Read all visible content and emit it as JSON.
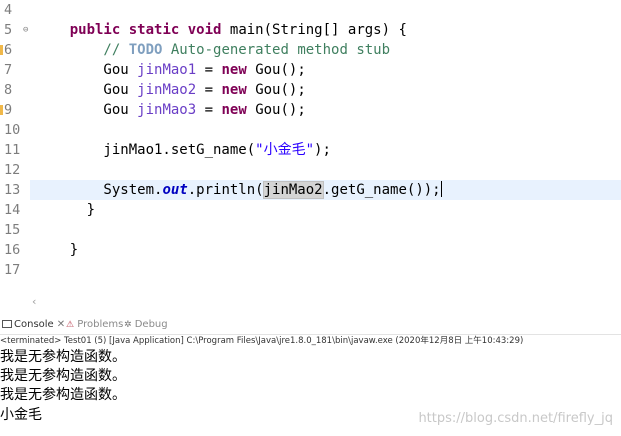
{
  "editor": {
    "line_numbers": [
      "4",
      "5",
      "6",
      "7",
      "8",
      "9",
      "10",
      "11",
      "12",
      "13",
      "14",
      "15",
      "16",
      "17"
    ],
    "lines": [
      [],
      [
        {
          "t": "public",
          "c": "kw"
        },
        {
          "t": " "
        },
        {
          "t": "static",
          "c": "kw"
        },
        {
          "t": " "
        },
        {
          "t": "void",
          "c": "kw"
        },
        {
          "t": " main(String[] args) {"
        }
      ],
      [
        {
          "t": "    // ",
          "c": "cm"
        },
        {
          "t": "TODO",
          "c": "todo"
        },
        {
          "t": " Auto-generated method stub",
          "c": "cm"
        }
      ],
      [
        {
          "t": "    Gou "
        },
        {
          "t": "jinMao1",
          "c": "fld"
        },
        {
          "t": " = "
        },
        {
          "t": "new",
          "c": "kw"
        },
        {
          "t": " Gou();"
        }
      ],
      [
        {
          "t": "    Gou "
        },
        {
          "t": "jinMao2",
          "c": "fld"
        },
        {
          "t": " = "
        },
        {
          "t": "new",
          "c": "kw"
        },
        {
          "t": " Gou();"
        }
      ],
      [
        {
          "t": "    Gou "
        },
        {
          "t": "jinMao3",
          "c": "fld"
        },
        {
          "t": " = "
        },
        {
          "t": "new",
          "c": "kw"
        },
        {
          "t": " Gou();"
        }
      ],
      [],
      [
        {
          "t": "    jinMao1.setG_name("
        },
        {
          "t": "\"小金毛\"",
          "c": "str"
        },
        {
          "t": ");"
        }
      ],
      [],
      [
        {
          "t": "    System."
        },
        {
          "t": "out",
          "c": "st"
        },
        {
          "t": ".println("
        },
        {
          "t": "jinMao2",
          "c": "occ"
        },
        {
          "t": ".getG_name());"
        },
        {
          "t": "",
          "c": "caret"
        }
      ],
      [
        {
          "t": "  }"
        }
      ],
      [],
      [
        {
          "t": "}"
        }
      ],
      []
    ]
  },
  "console": {
    "tabs": [
      {
        "label": "Console",
        "icon": "console-icon"
      },
      {
        "label": "Problems",
        "icon": "problems-icon"
      },
      {
        "label": "Debug",
        "icon": "debug-icon"
      }
    ],
    "status": "<terminated> Test01 (5) [Java Application] C:\\Program Files\\Java\\jre1.8.0_181\\bin\\javaw.exe (2020年12月8日 上午10:43:29)",
    "output": [
      "我是无参构造函数。",
      "我是无参构造函数。",
      "我是无参构造函数。",
      "小金毛"
    ]
  },
  "watermark": "https://blog.csdn.net/firefly_jq",
  "colors": {
    "keyword": "#7f0055",
    "comment": "#3f7f5f",
    "field": "#6a3ec6",
    "string": "#2a00ff",
    "static_field": "#0000c0",
    "current_line": "#e8f2fe"
  }
}
